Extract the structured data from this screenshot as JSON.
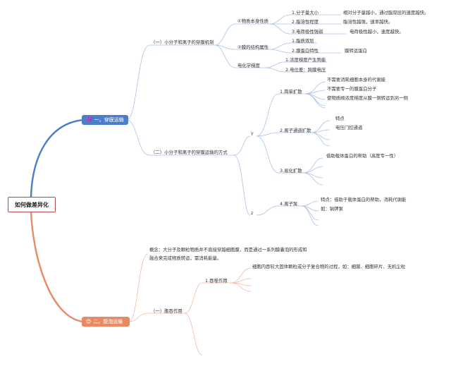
{
  "root": "如何做差异化",
  "colors": {
    "blue": "#4a7ec8",
    "orange": "#e98a62",
    "blue_line": "#aac3e6",
    "orange_line": "#f2b9a2"
  },
  "branches": [
    {
      "label": "一。穿膜运输",
      "icon": "heart-icon"
    },
    {
      "label": "二。膜泡运输",
      "icon": "smile-icon"
    }
  ],
  "b1": {
    "s1": {
      "label": "（一）小分子和离子的穿膜机制",
      "a": {
        "label": "①物质本身性质",
        "items": [
          {
            "label": "1.分子量大小",
            "desc": "相对分子量越小，通过脂双层的速度越快。"
          },
          {
            "label": "2.脂溶性程度",
            "desc": "脂溶性越强，速率越快。"
          },
          {
            "label": "3.电荷极性强弱",
            "desc": "电荷极性越小，速度越快。"
          }
        ]
      },
      "b": {
        "label": "②膜的结构属性",
        "items": [
          {
            "label": "1.脂质双层",
            "desc": ""
          },
          {
            "label": "2.膜蛋白特性",
            "desc": "膜转运蛋白"
          }
        ]
      },
      "c": {
        "label": "电化学梯度",
        "items": [
          {
            "label": "1.浓度梯度产生势能",
            "desc": ""
          },
          {
            "label": "2.电位差：跨膜电压",
            "desc": ""
          }
        ]
      }
    },
    "s2": {
      "label": "（二）小分子和离子的穿膜运输的方式",
      "y": "Y",
      "z": "z",
      "simple": {
        "label": "1.简单扩散",
        "items": [
          "不需要消耗细胞本身的代谢能",
          "不需要专一的膜蛋白分子",
          "使物质顺浓度梯度从膜一侧转运到另一侧"
        ]
      },
      "channel": {
        "label": "2.离子通道扩散",
        "items": [
          "特点",
          "电压门控通道"
        ]
      },
      "facilitated": {
        "label": "3.易化扩散",
        "items": [
          "借助载体蛋白的帮助（高度专一性）"
        ]
      },
      "pump": {
        "label": "4.离子泵",
        "items": [
          "特点：借助于载体蛋白的帮助，消耗代谢能",
          "如：钠钾泵"
        ]
      }
    }
  },
  "b2": {
    "concept_line1": "概念：大分子及颗粒物质并不直接穿越细胞膜，而是通过一系列膜囊泡的形成和",
    "concept_line2": "融合来完成物质转运，需消耗能量。",
    "s1": {
      "label": "（一）胞吞作用",
      "a": {
        "label": "1.吞噬作用",
        "desc": "细胞内吞较大固体颗粒或分子复合物的过程，如：细菌、细胞碎片、无机尘粒"
      }
    }
  }
}
